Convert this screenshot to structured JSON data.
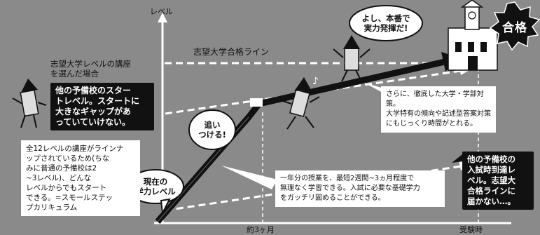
{
  "axis": {
    "y_label": "レベル",
    "x_tick_1": "約3ヶ月",
    "x_tick_2": "受験時"
  },
  "target_line_label": "志望大学合格ライン",
  "others_start_label": [
    "志望大学レベルの講座",
    "を選んだ場合"
  ],
  "others_warning_box": [
    "他の予備校のスター",
    "トレベル。スタートに",
    "大きなギャップがあ",
    "っていていけない。"
  ],
  "chase_bubble": [
    "追い",
    "つける!"
  ],
  "current_level_bubble": [
    "現在の",
    "学力レベル"
  ],
  "top_bubble": [
    "よし、本番で",
    "実力発揮だ!"
  ],
  "pass_burst": "合格",
  "curriculum_box": [
    "全12レベルの講座がラインナ",
    "ップされているため(ちな",
    "みに普通の予備校は2",
    "~3レベル)、どんな",
    "レベルからでもスタート",
    "できる。=スモールステッ",
    "プカリキュラム"
  ],
  "middle_box": [
    "一年分の授業を、最短2週間~3ヵ月程度で",
    "無理なく学習できる。入試に必要な基礎学力",
    "をガッチリ固めることができる。"
  ],
  "right_box": [
    "さらに、徹底した大学・学部対策。",
    "大学特有の傾向や記述型答案対策",
    "にもじっくり時間がとれる。"
  ],
  "bottom_right_box": [
    "他の予備校の",
    "入試時到達レ",
    "ベル。志望大",
    "合格ラインに",
    "届かない…。"
  ],
  "colors": {
    "background": "#8a8a8a",
    "arrow": "#111111",
    "dashed": "#ffffff",
    "burst": "#111111"
  }
}
